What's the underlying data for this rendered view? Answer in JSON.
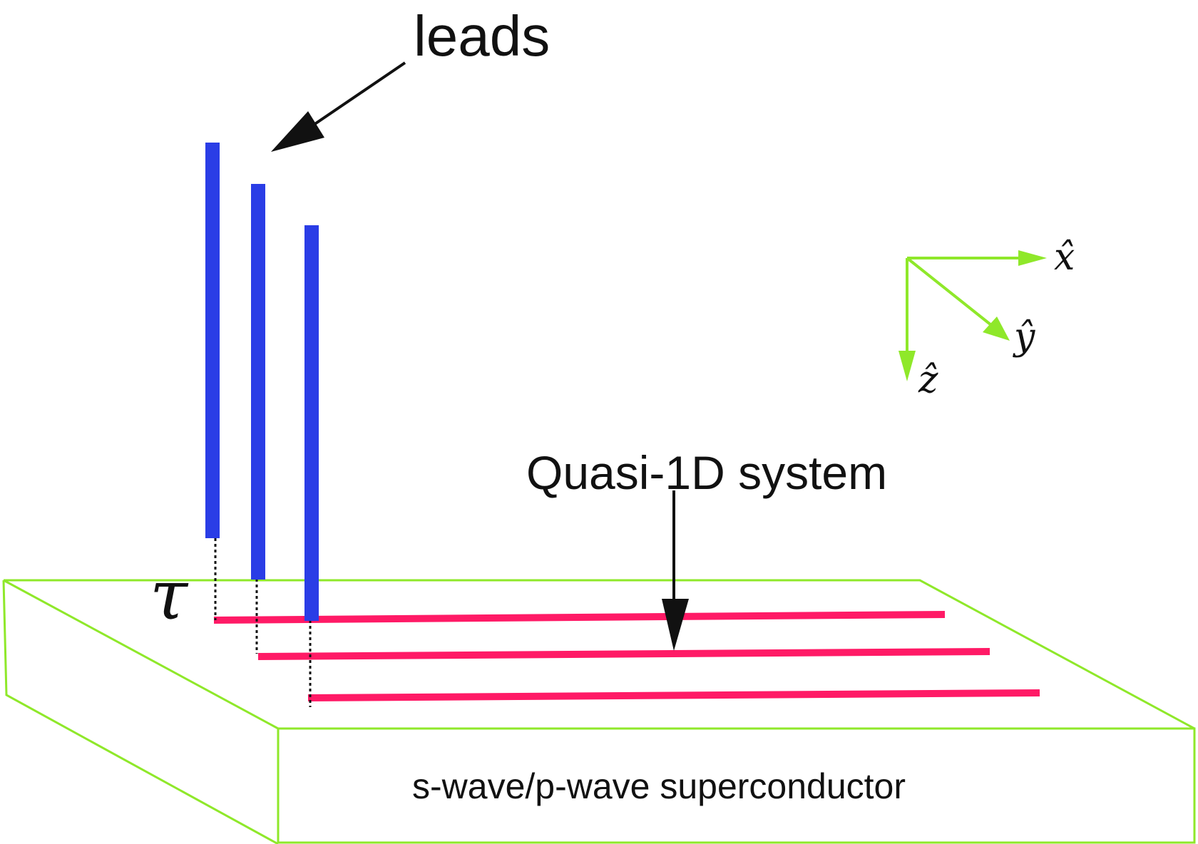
{
  "labels": {
    "leads": "leads",
    "quasi_system": "Quasi-1D system",
    "substrate": "s-wave/p-wave superconductor",
    "coupling": "τ",
    "axis_x": "x̂",
    "axis_y": "ŷ",
    "axis_z": "ẑ"
  },
  "colors": {
    "lead": "#2a3de6",
    "wire": "#ff1a66",
    "outline": "#8fe82a",
    "arrow": "#111111",
    "text": "#111111"
  }
}
